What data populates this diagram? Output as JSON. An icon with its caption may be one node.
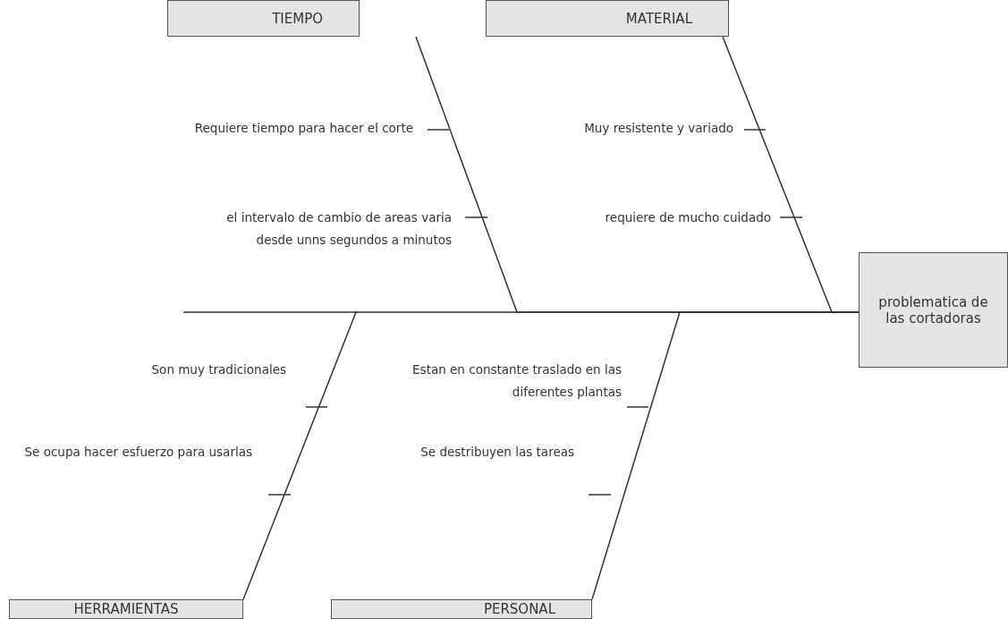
{
  "diagram": {
    "nodes": [
      {
        "text": [
          "TIEMPO"
        ]
      },
      {
        "text": [
          "MATERIAL"
        ]
      },
      {
        "text": [
          "problematica de las cortadoras"
        ]
      },
      {
        "text": [
          "HERRAMIENTAS"
        ]
      },
      {
        "text": [
          "PERSONAL"
        ]
      }
    ],
    "edges": [
      {
        "from": 0,
        "to": 2,
        "arrow": "none"
      },
      {
        "from": 1,
        "to": 2,
        "arrow": "none"
      },
      {
        "from": 3,
        "to": 2,
        "arrow": "none"
      },
      {
        "from": 4,
        "to": 2,
        "arrow": "none"
      }
    ],
    "labels": [
      "Requiere tiempo para hacer el corte",
      "Muy resistente y variado",
      "el intervalo de cambio de areas varia desde unns segundos a minutos",
      "requiere de mucho cuidado",
      "Son muy tradicionales",
      "Estan en constante traslado en las diferentes plantas",
      "Se ocupa hacer esfuerzo para usarlas",
      "Se destribuyen las tareas"
    ]
  }
}
